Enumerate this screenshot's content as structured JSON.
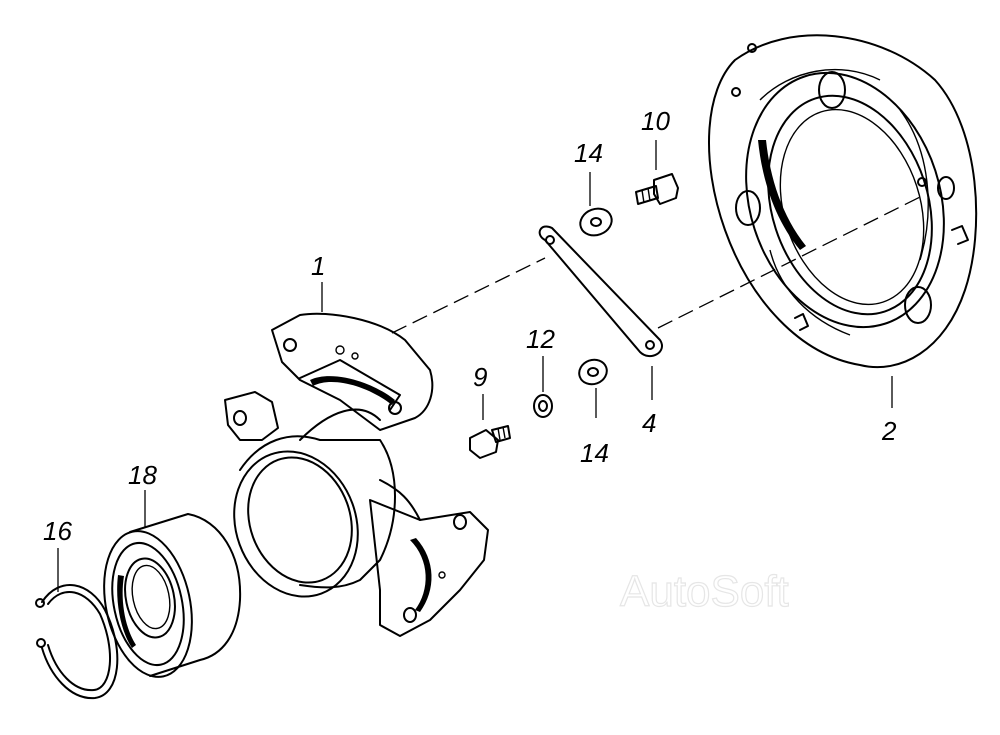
{
  "diagram": {
    "labels": {
      "hub": "1",
      "flange": "2",
      "strap": "4",
      "bolt_small": "9",
      "bolt_large": "10",
      "lock_washer": "12",
      "washer_top": "14",
      "washer_bottom": "14",
      "snap_ring": "16",
      "bearing": "18"
    },
    "watermark": "AutoSoft"
  }
}
